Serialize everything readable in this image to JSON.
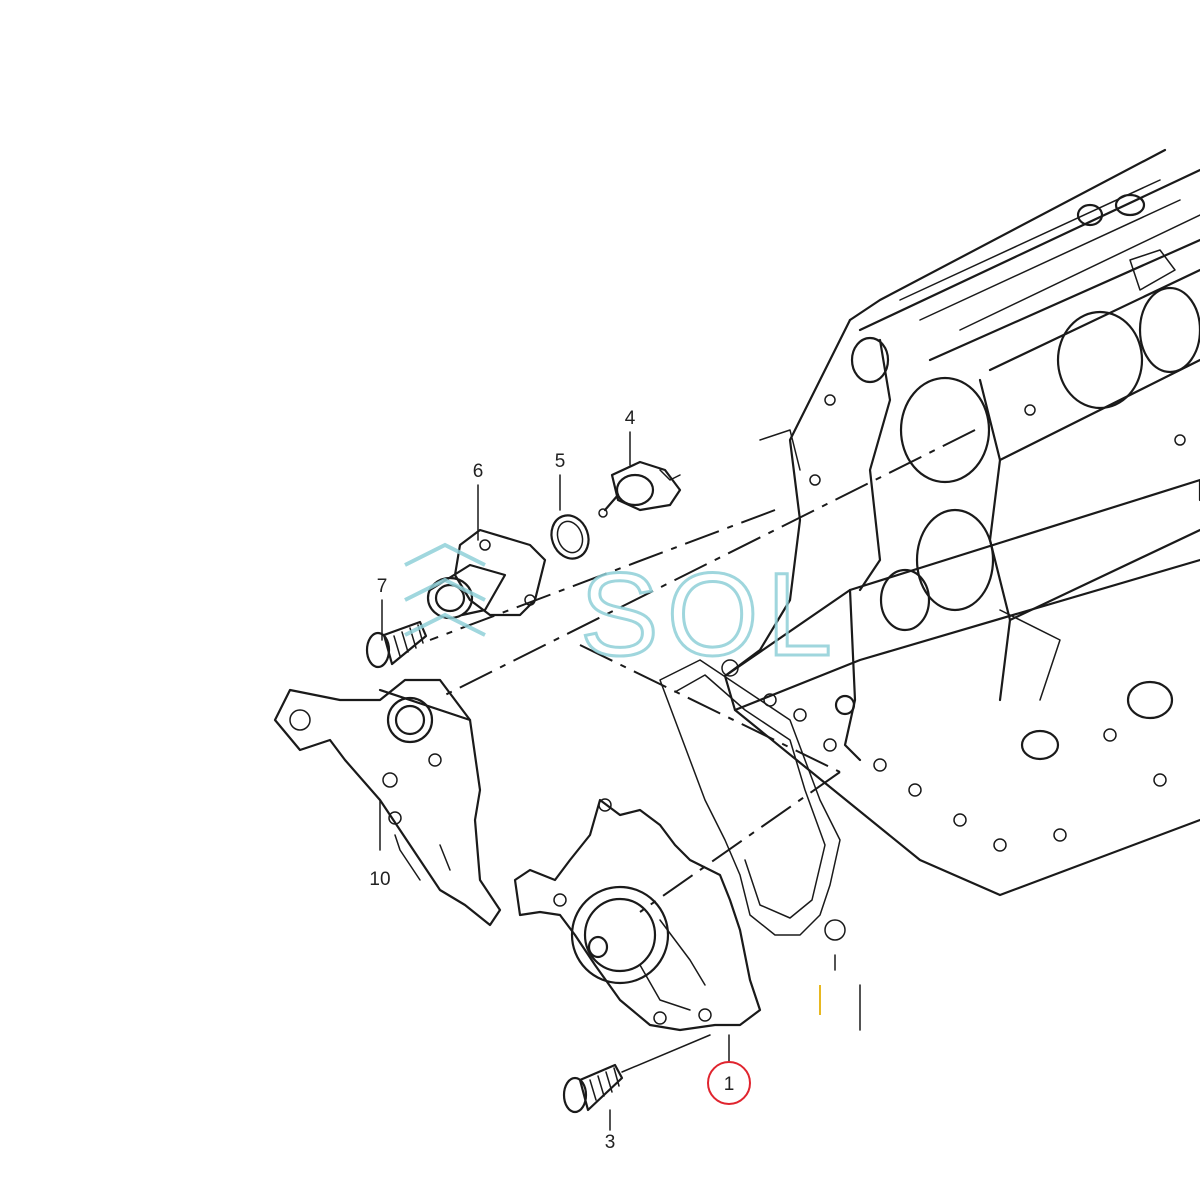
{
  "callouts": [
    "1",
    "3",
    "4",
    "5",
    "6",
    "7",
    "10"
  ],
  "highlight": {
    "label": "1",
    "color": "#e0242e"
  },
  "watermark": {
    "text": "SOL",
    "color": "#8fd0d8"
  },
  "accent_mark_color": "#e8b820",
  "line_color": "#1a1a1a"
}
